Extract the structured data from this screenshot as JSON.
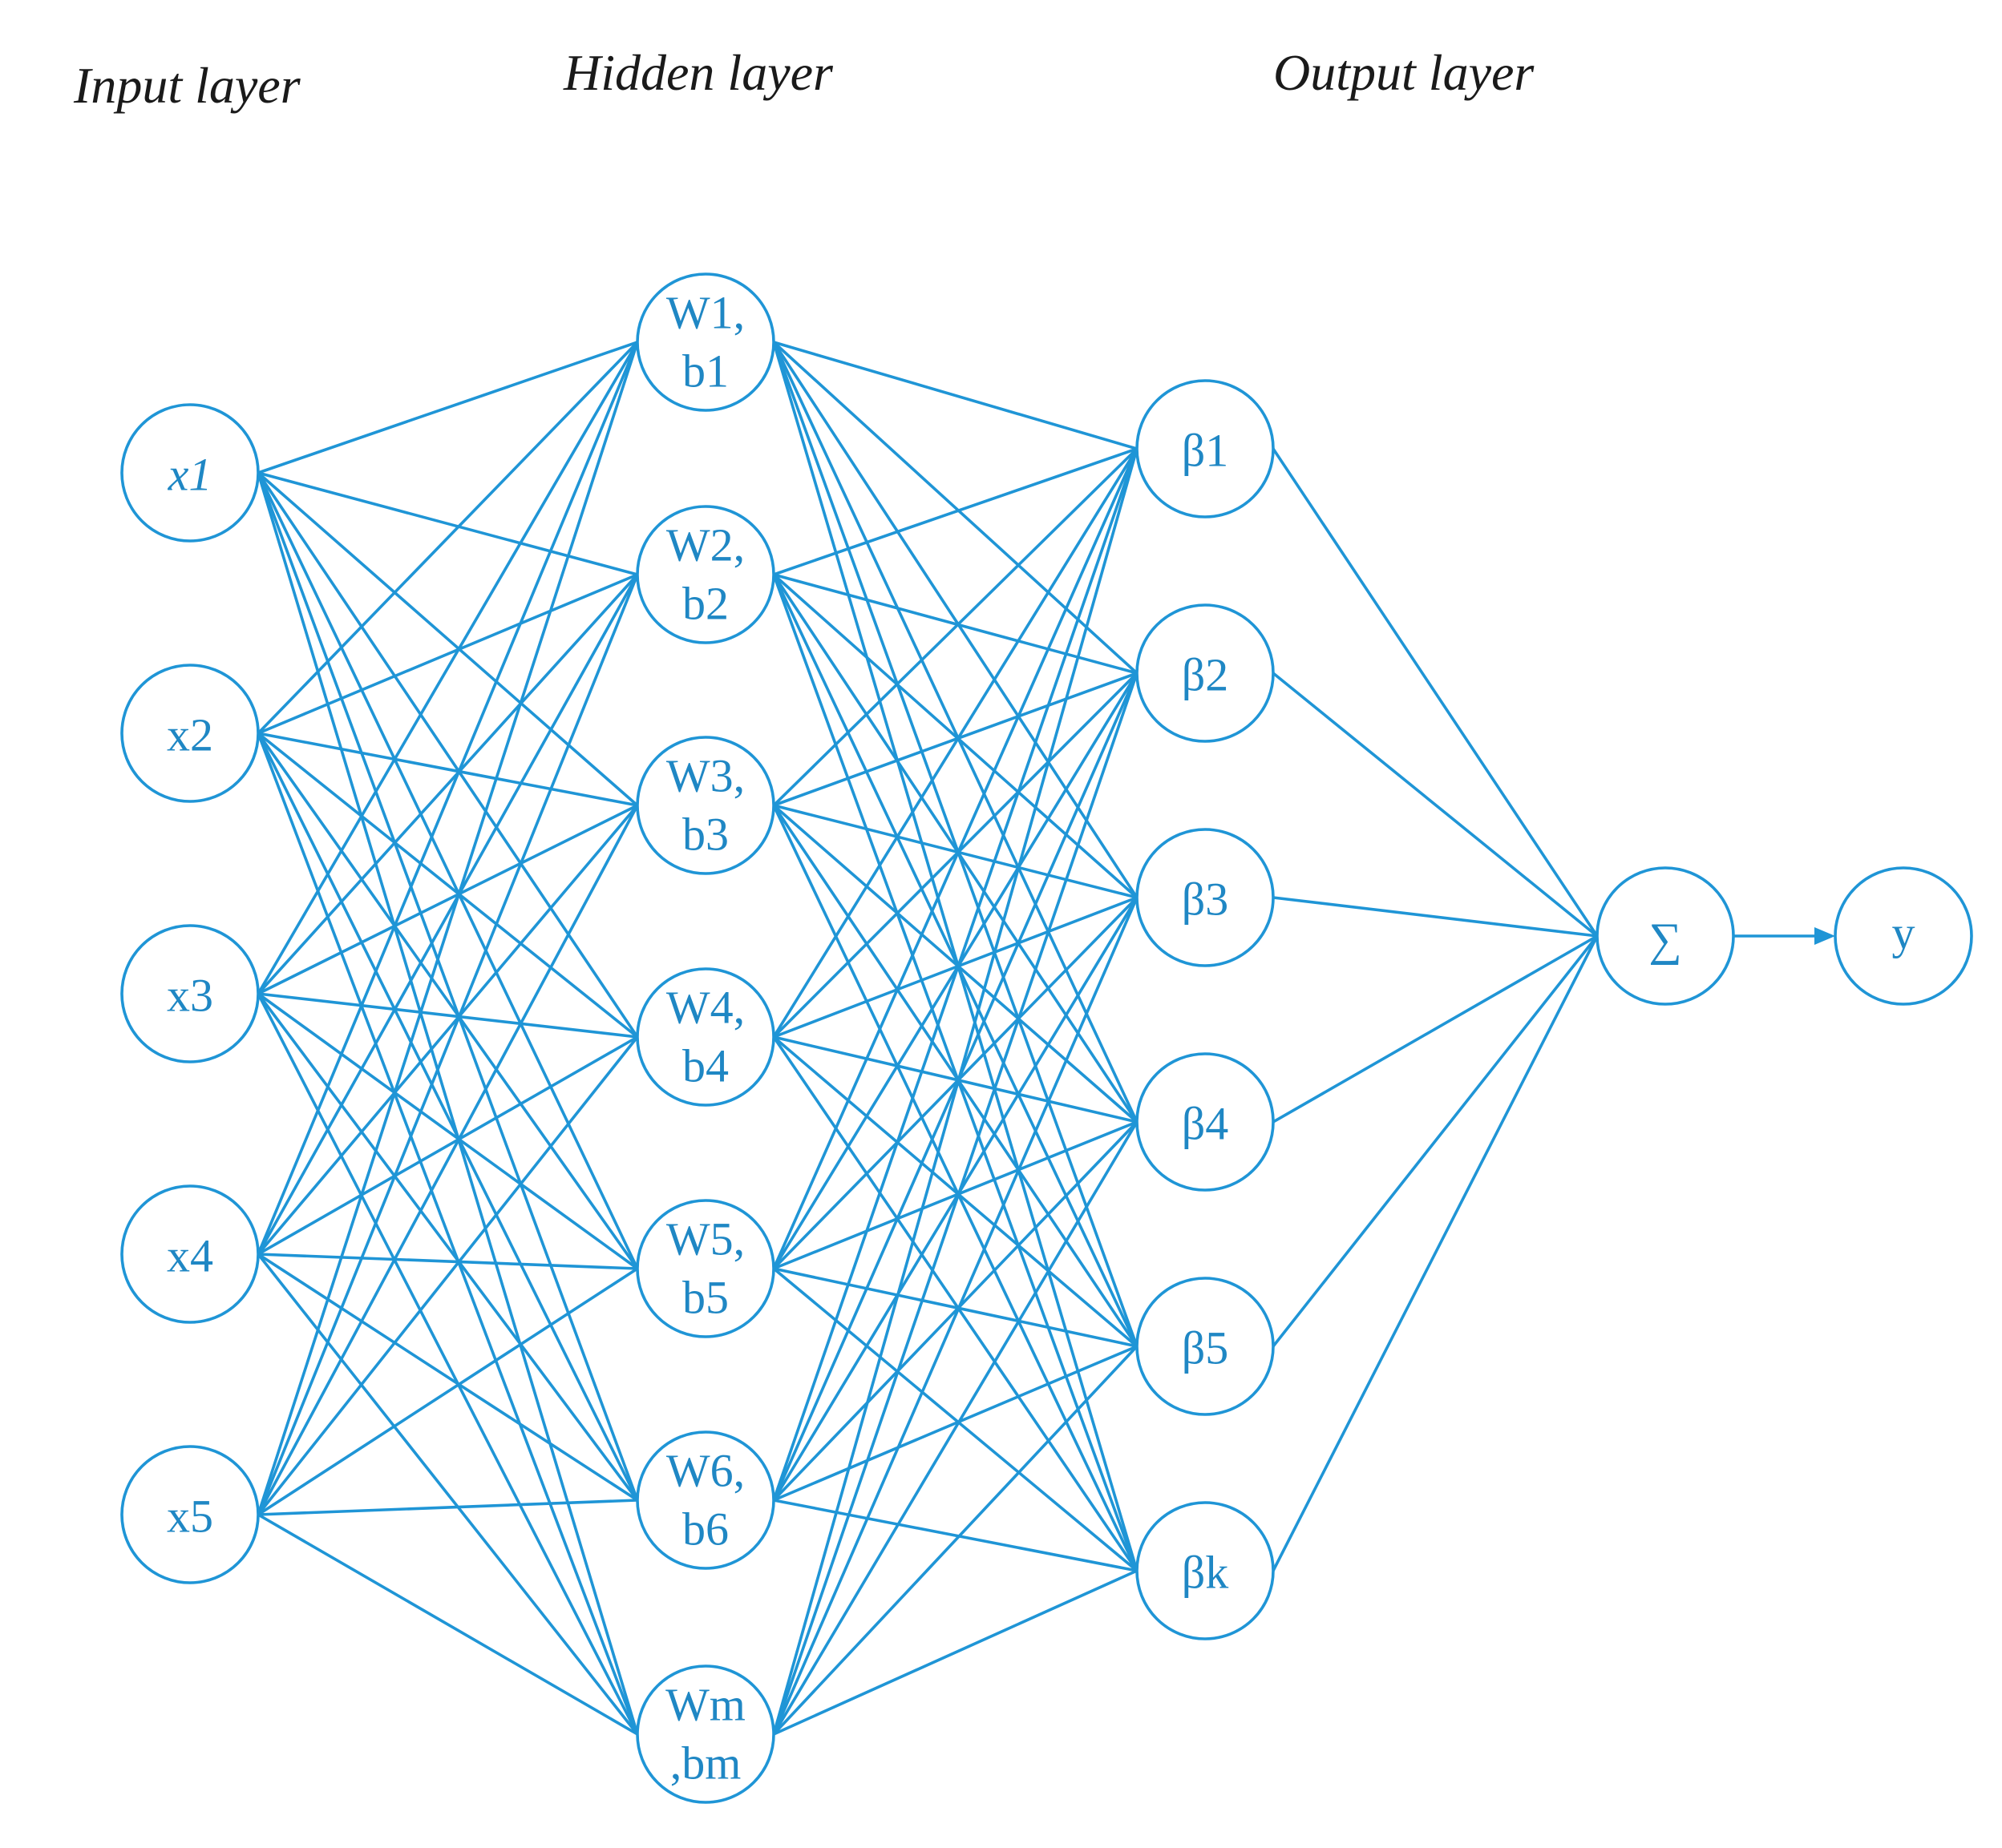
{
  "titles": {
    "input": "Input layer",
    "hidden": "Hidden layer",
    "output": "Output layer"
  },
  "colors": {
    "edge": "#1f95d6",
    "node_text": "#1f87c4",
    "title_text": "#1a1a1a",
    "background": "#ffffff"
  },
  "input_nodes": [
    {
      "id": "x1",
      "label": "x1",
      "italic": true
    },
    {
      "id": "x2",
      "label": "x2",
      "italic": false
    },
    {
      "id": "x3",
      "label": "x3",
      "italic": false
    },
    {
      "id": "x4",
      "label": "x4",
      "italic": false
    },
    {
      "id": "x5",
      "label": "x5",
      "italic": false
    }
  ],
  "hidden_nodes": [
    {
      "id": "h1",
      "line1": "W1,",
      "line2": "b1"
    },
    {
      "id": "h2",
      "line1": "W2,",
      "line2": "b2"
    },
    {
      "id": "h3",
      "line1": "W3,",
      "line2": "b3"
    },
    {
      "id": "h4",
      "line1": "W4,",
      "line2": "b4"
    },
    {
      "id": "h5",
      "line1": "W5,",
      "line2": "b5"
    },
    {
      "id": "h6",
      "line1": "W6,",
      "line2": "b6"
    },
    {
      "id": "hm",
      "line1": "Wm",
      "line2": ",bm"
    }
  ],
  "output_nodes": [
    {
      "id": "b1",
      "label": "β1"
    },
    {
      "id": "b2",
      "label": "β2"
    },
    {
      "id": "b3",
      "label": "β3"
    },
    {
      "id": "b4",
      "label": "β4"
    },
    {
      "id": "b5",
      "label": "β5"
    },
    {
      "id": "bk",
      "label": "βk"
    }
  ],
  "sum_node": {
    "id": "sum",
    "label": "∑"
  },
  "result_node": {
    "id": "y",
    "label": "y"
  },
  "connectivity": {
    "input_to_hidden": "full",
    "hidden_to_output": "full",
    "output_to_sum": "full",
    "sum_to_result": "arrow"
  }
}
